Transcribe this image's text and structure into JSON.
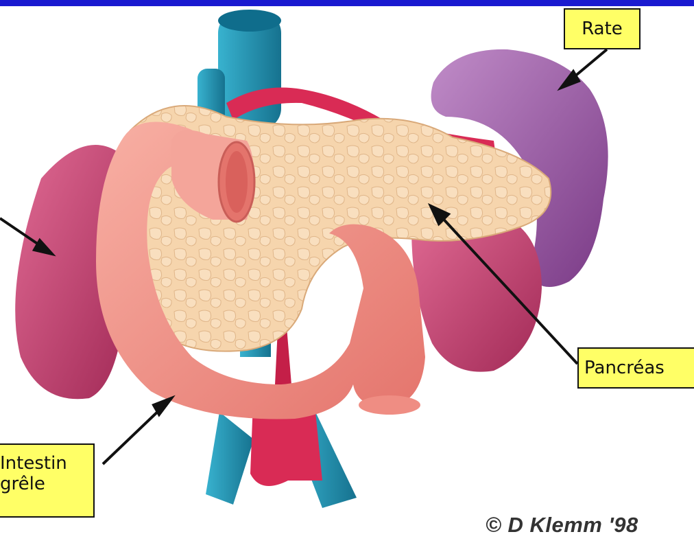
{
  "colors": {
    "top_bar": "#1a1ad0",
    "label_fill": "#ffff66",
    "spleen": "#a153a8",
    "kidney": "#c23c6c",
    "pancreas": "#f5d2a8",
    "intestine": "#f29288",
    "vein": "#1c93b3",
    "artery": "#d92b55"
  },
  "labels": {
    "rate": "Rate",
    "pancreas": "Pancréas",
    "intestin": "Intestin\ngrêle"
  },
  "copyright": "© D Klemm '98",
  "icons": {
    "arrows": "pointer-arrow-icon"
  }
}
